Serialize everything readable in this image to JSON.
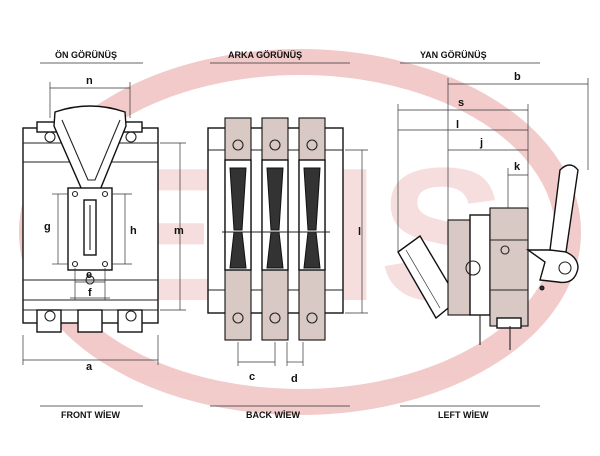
{
  "views": {
    "front": {
      "title": "ÖN GÖRÜNÜŞ",
      "caption": "FRONT WİEW"
    },
    "back": {
      "title": "ARKA GÖRÜNÜŞ",
      "caption": "BACK WİEW"
    },
    "side": {
      "title": "YAN GÖRÜNÜŞ",
      "caption": "LEFT WİEW"
    }
  },
  "watermark": {
    "text": "EMS",
    "color": "#e8a0a0"
  },
  "dimensions": {
    "n": "n",
    "g": "g",
    "h": "h",
    "m": "m",
    "e": "e",
    "f": "f",
    "a": "a",
    "l_back": "l",
    "c": "c",
    "d": "d",
    "b": "b",
    "s": "s",
    "l_side": "l",
    "j": "j",
    "k": "k"
  },
  "colors": {
    "line": "#222222",
    "accent": "#d9c9c4"
  }
}
